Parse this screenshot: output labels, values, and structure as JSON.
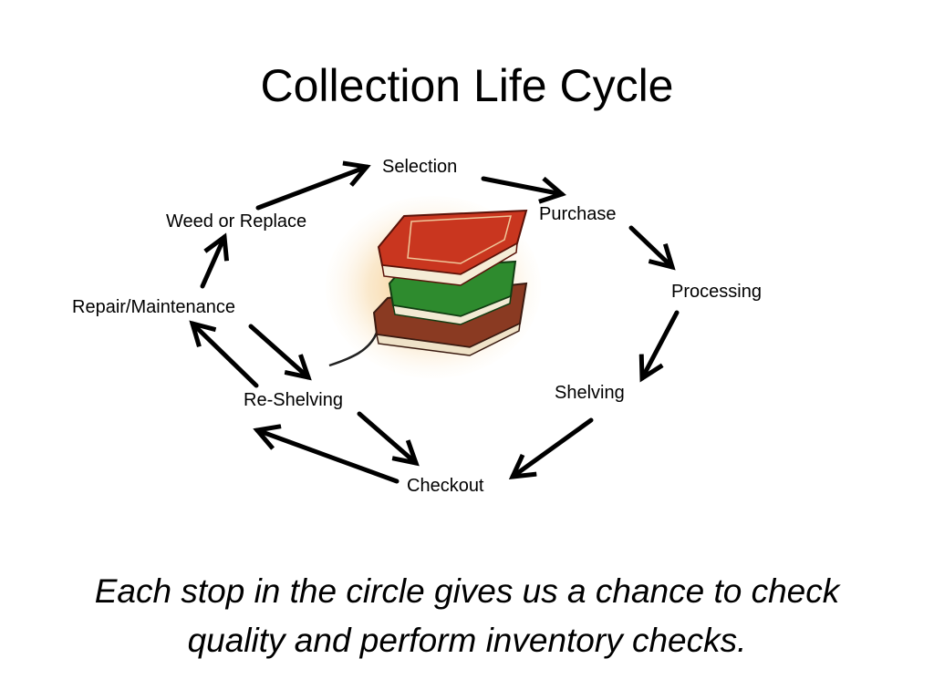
{
  "title": "Collection Life Cycle",
  "stages": {
    "selection": "Selection",
    "purchase": "Purchase",
    "processing": "Processing",
    "shelving": "Shelving",
    "checkout": "Checkout",
    "reshelving": "Re-Shelving",
    "repair": "Repair/Maintenance",
    "weed": "Weed or Replace"
  },
  "caption_line1": "Each stop in the circle gives us a chance to check",
  "caption_line2": "quality and perform inventory checks.",
  "icons": {
    "illustration": "stack-of-books-icon"
  },
  "colors": {
    "text": "#000000",
    "arrow": "#000000",
    "book_red": "#c9361f",
    "book_green": "#2e8b2e",
    "book_brown": "#8a3a22",
    "glow": "#f4b860"
  }
}
